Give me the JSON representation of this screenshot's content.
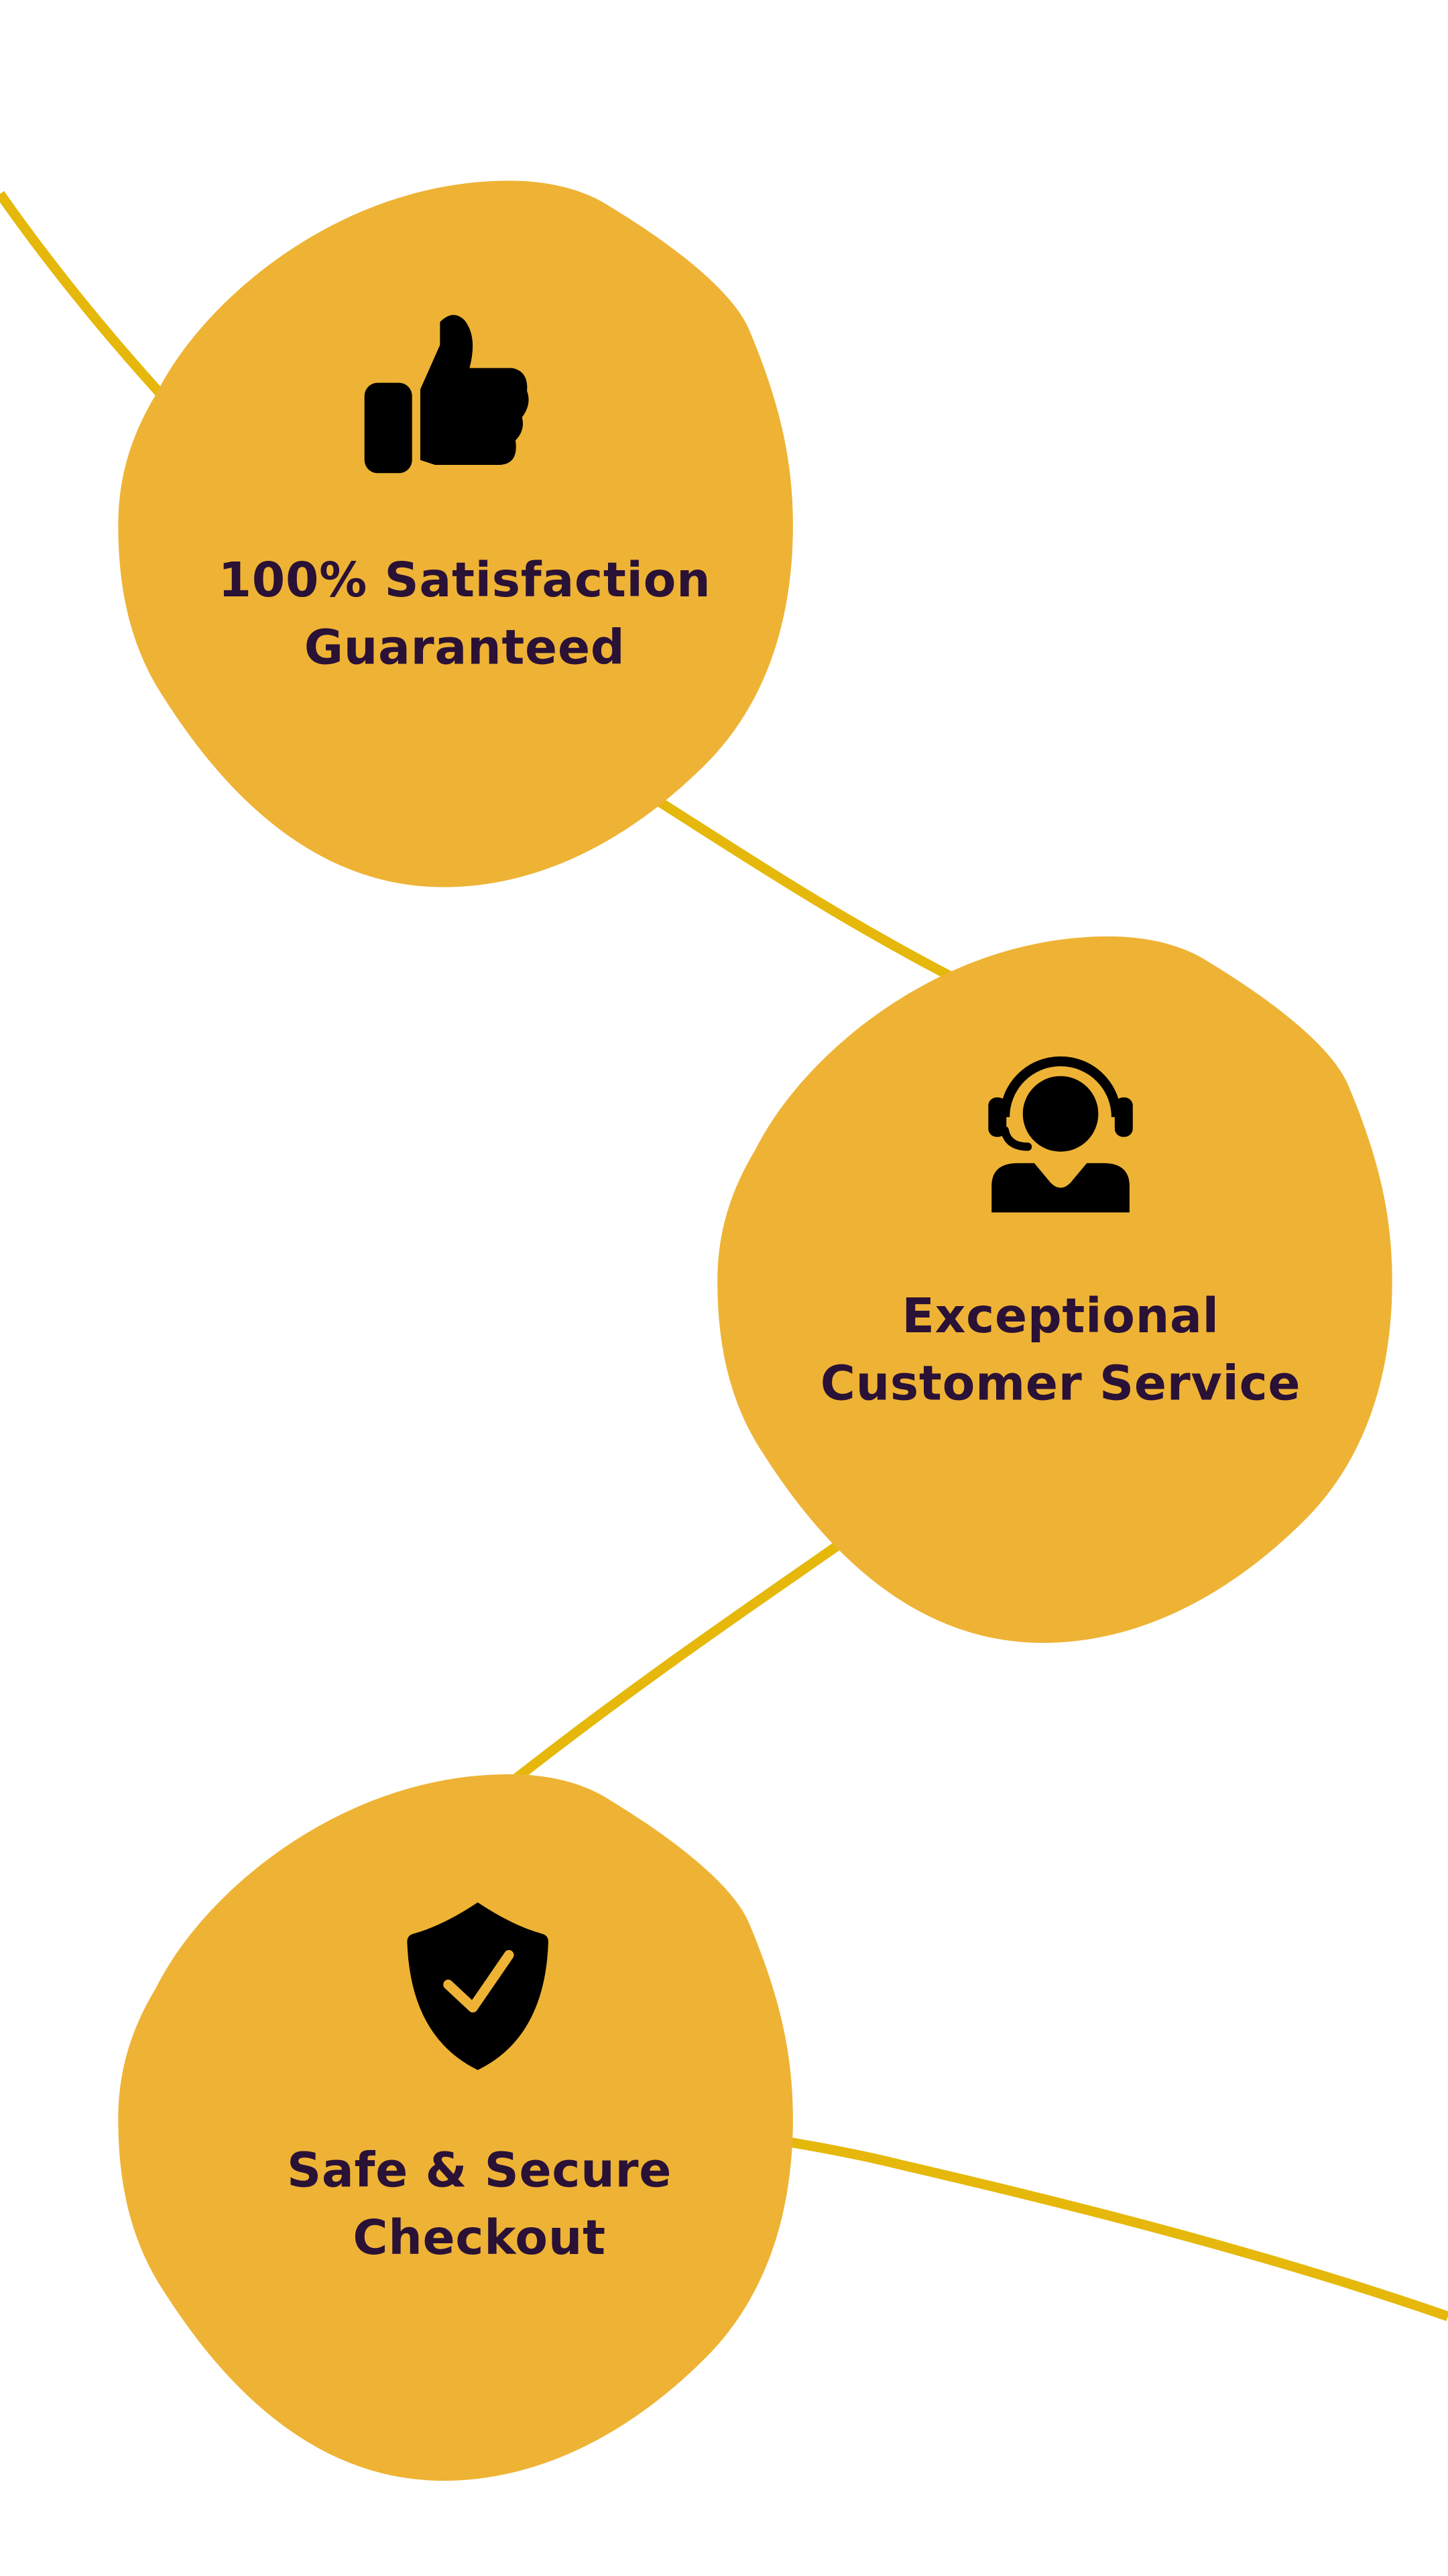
{
  "colors": {
    "blob": "#EEB335",
    "connector": "#E5B80B",
    "text": "#2A1136",
    "icon": "#000000"
  },
  "features": [
    {
      "icon": "thumbs-up-icon",
      "line1": "100% Satisfaction",
      "line2": "Guaranteed"
    },
    {
      "icon": "headset-agent-icon",
      "line1": "Exceptional",
      "line2": "Customer Service"
    },
    {
      "icon": "shield-check-icon",
      "line1": "Safe & Secure",
      "line2": "Checkout"
    }
  ]
}
